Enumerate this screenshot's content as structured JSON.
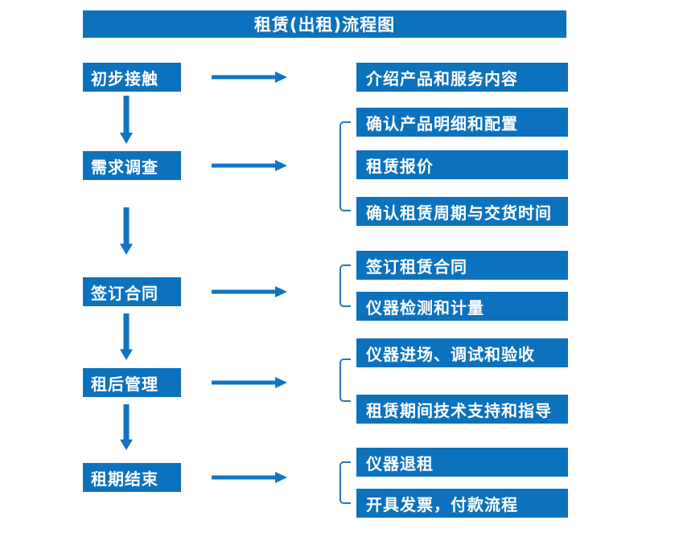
{
  "title": "租赁(出租)流程图",
  "colors": {
    "box_fill": "#0d72bd",
    "arrow": "#1273c4",
    "bracket": "#2e75b5",
    "text": "#ffffff",
    "background": "#ffffff"
  },
  "stages": [
    {
      "label": "初步接触"
    },
    {
      "label": "需求调查"
    },
    {
      "label": "签订合同"
    },
    {
      "label": "租后管理"
    },
    {
      "label": "租期结束"
    }
  ],
  "details": [
    {
      "label": "介绍产品和服务内容"
    },
    {
      "label": "确认产品明细和配置"
    },
    {
      "label": "租赁报价"
    },
    {
      "label": "确认租赁周期与交货时间"
    },
    {
      "label": "签订租赁合同"
    },
    {
      "label": "仪器检测和计量"
    },
    {
      "label": "仪器进场、调试和验收"
    },
    {
      "label": "租赁期间技术支持和指导"
    },
    {
      "label": "仪器退租"
    },
    {
      "label": "开具发票，付款流程"
    }
  ],
  "icons": {
    "flow_arrow_right": "arrow-right",
    "flow_arrow_down": "arrow-down",
    "group_bracket": "left-square-bracket"
  }
}
